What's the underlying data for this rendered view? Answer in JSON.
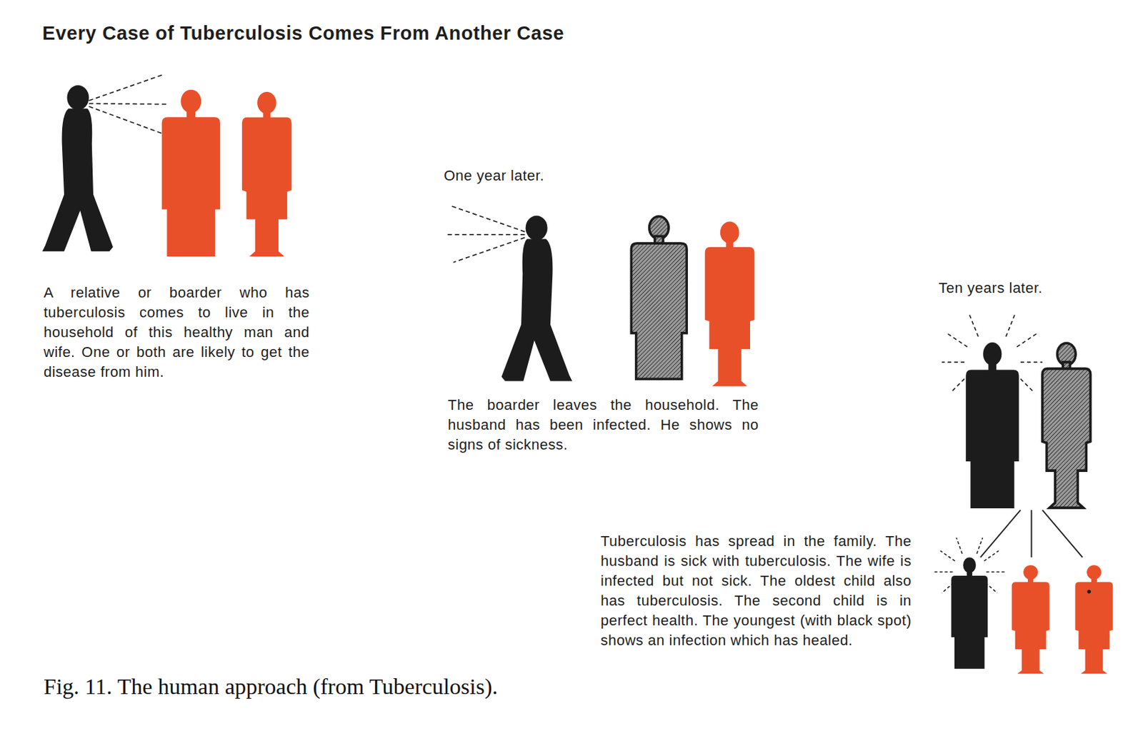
{
  "diagram": {
    "title": "Every Case of Tuberculosis Comes From Another Case",
    "caption": "Fig. 11. The human approach (from Tuberculosis).",
    "labels": [
      "A relative or boarder who has tuberculosis comes to live in the household of this healthy man and wife. One or both are likely to get the disease from him.",
      "One year later.",
      "The boarder leaves the household. The husband has been infected. He shows no signs of sickness.",
      "Ten years later.",
      "Tuberculosis has spread in the family. The husband is sick with tuberculosis. The wife is infected but not sick. The oldest child also has tuberculosis. The second child is in perfect health. The youngest (with black spot) shows an infection which has healed."
    ]
  }
}
